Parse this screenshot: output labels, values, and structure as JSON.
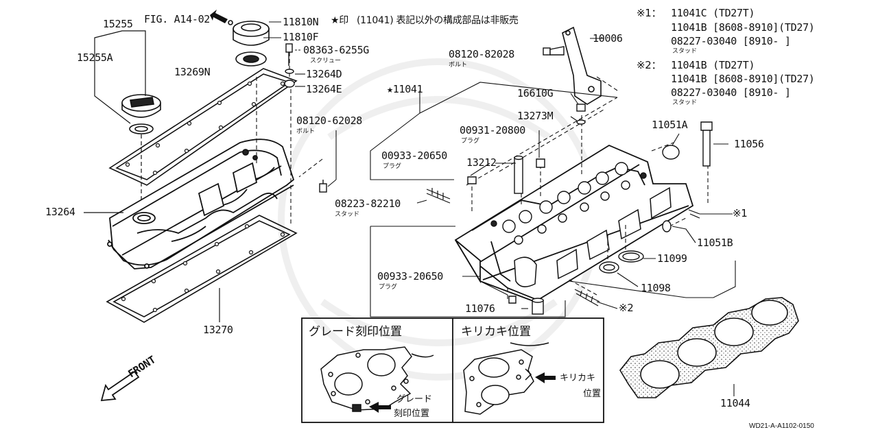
{
  "header": {
    "fig_ref": "FIG. A14-02",
    "note_mark": "★印",
    "note_text": "(11041) 表記以外の構成部品は非販売",
    "footnote1": {
      "mark": "※1：",
      "lines": [
        "11041C (TD27T)",
        "11041B [8608-8910](TD27)",
        "08227-03040 [8910-    ]"
      ],
      "sub": "スタッド"
    },
    "footnote2": {
      "mark": "※2：",
      "lines": [
        "11041B (TD27T)",
        "11041B [8608-8910](TD27)",
        "08227-03040 [8910-    ]"
      ],
      "sub": "スタッド"
    }
  },
  "parts": {
    "p15255": "15255",
    "p15255A": "15255A",
    "p11810N": "11810N",
    "p11810F": "11810F",
    "p08363": "08363-6255G",
    "p08363_sub": "スクリュー",
    "p13264D": "13264D",
    "p13264E": "13264E",
    "p13269N": "13269N",
    "p08120_62028": "08120-62028",
    "p08120_62028_sub": "ボルト",
    "p13264": "13264",
    "p13270": "13270",
    "p08120_82028": "08120-82028",
    "p08120_82028_sub": "ボルト",
    "p10006": "10006",
    "p11041": "★11041",
    "p16610G": "16610G",
    "p13273M": "13273M",
    "p00931": "00931-20800",
    "p00931_sub": "プラグ",
    "p00933a": "00933-20650",
    "p00933a_sub": "プラグ",
    "p13212": "13212",
    "p11051A": "11051A",
    "p11056": "11056",
    "p08223": "08223-82210",
    "p08223_sub": "スタッド",
    "pS1": "※1",
    "p11051B": "11051B",
    "p11099": "11099",
    "p00933b": "00933-20650",
    "p00933b_sub": "プラグ",
    "p11098": "11098",
    "p11076": "11076",
    "pS2": "※2",
    "p11044": "11044"
  },
  "inset_left": {
    "title": "グレード刻印位置",
    "callout": [
      "グレード",
      "刻印位置"
    ]
  },
  "inset_right": {
    "title": "キリカキ位置",
    "callout": [
      "キリカキ",
      "位置"
    ]
  },
  "front_label": "FRONT",
  "watermark": "WD21-A-A1102-0150"
}
